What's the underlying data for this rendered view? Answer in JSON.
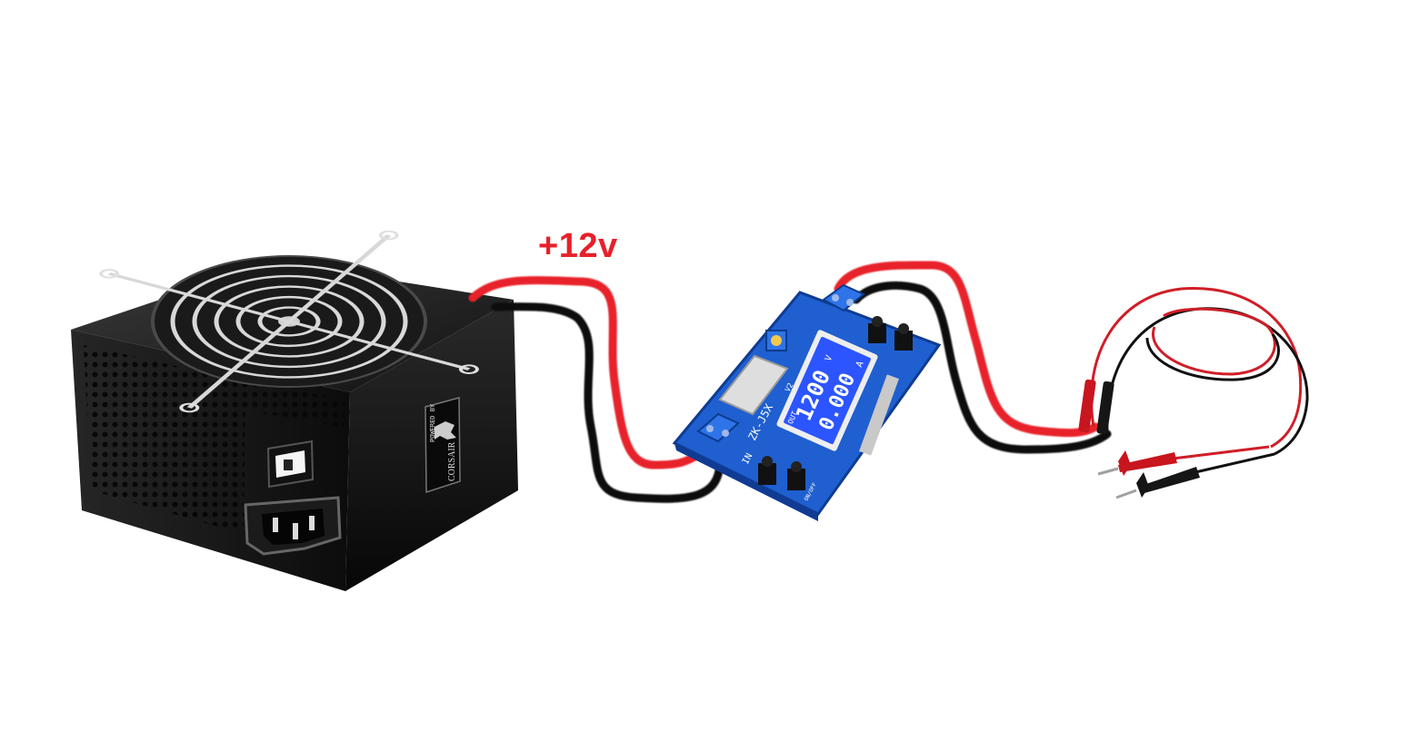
{
  "diagram": {
    "voltage_label": "+12v",
    "colors": {
      "positive_wire": "#e8202a",
      "negative_wire": "#0d0d0d",
      "board": "#1f5fd0",
      "lcd": "#2c55ff",
      "psu_body": "#141414"
    },
    "power_supply": {
      "badge_top": "POWERED BY",
      "brand": "CORSAIR"
    },
    "buck_module": {
      "model_label": "ZK-J5X",
      "version": "V2",
      "lcd_top_value": "1200",
      "lcd_top_unit": "V",
      "lcd_bottom_value": "0.000",
      "lcd_bottom_unit": "A",
      "lcd_mode": "OUT",
      "in_label": "IN",
      "onoff_label": "ON/OFF"
    },
    "icons": {
      "fan": "fan-grill-icon",
      "switch": "rocker-switch-icon",
      "inlet": "iec-inlet-icon",
      "probes": "multimeter-probe-icon"
    }
  }
}
